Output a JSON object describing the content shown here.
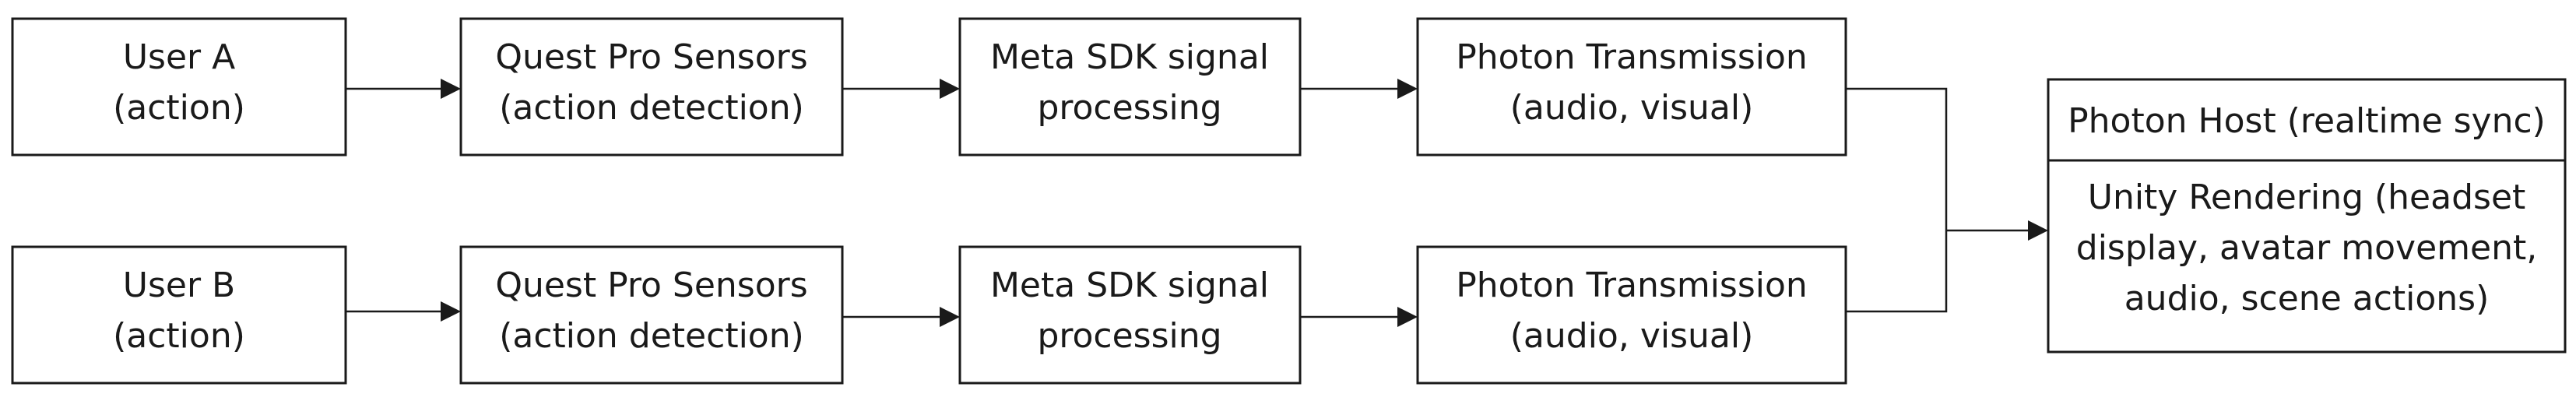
{
  "diagram": {
    "row_a": {
      "user": {
        "line1": "User A",
        "line2": "(action)"
      },
      "sensors": {
        "line1": "Quest Pro Sensors",
        "line2": "(action detection)"
      },
      "sdk": {
        "line1": "Meta SDK signal",
        "line2": "processing"
      },
      "transmission": {
        "line1": "Photon Transmission",
        "line2": "(audio, visual)"
      }
    },
    "row_b": {
      "user": {
        "line1": "User B",
        "line2": "(action)"
      },
      "sensors": {
        "line1": "Quest Pro Sensors",
        "line2": "(action detection)"
      },
      "sdk": {
        "line1": "Meta SDK signal",
        "line2": "processing"
      },
      "transmission": {
        "line1": "Photon Transmission",
        "line2": "(audio, visual)"
      }
    },
    "host": {
      "header": "Photon Host (realtime sync)",
      "body_line1": "Unity Rendering (headset",
      "body_line2": "display, avatar movement,",
      "body_line3": "audio, scene actions)"
    }
  }
}
